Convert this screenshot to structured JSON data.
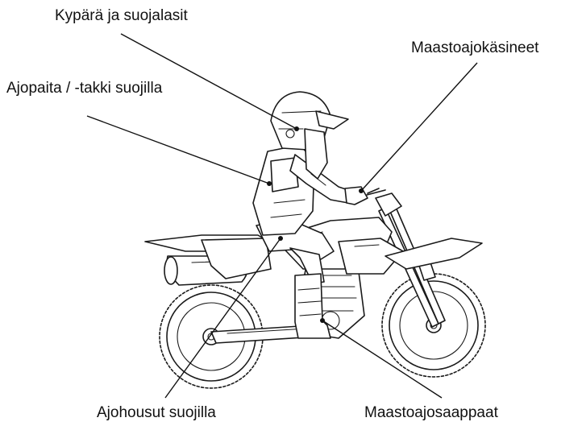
{
  "labels": {
    "helmet": "Kypärä ja suojalasit",
    "gloves": "Maastoajokäsineet",
    "jacket": "Ajopaita / -takki suojilla",
    "pants": "Ajohousut suojilla",
    "boots": "Maastoajosaappaat"
  }
}
